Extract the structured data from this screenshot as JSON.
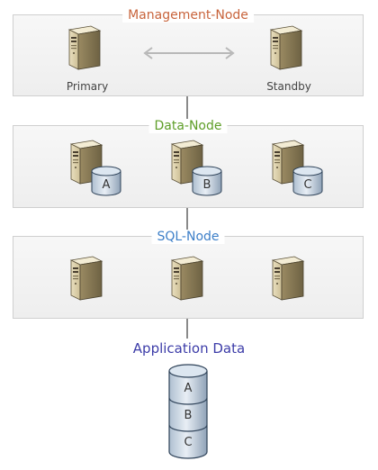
{
  "colors": {
    "management": "#c8643c",
    "data": "#5e9e28",
    "sql": "#3d7fc8",
    "application": "#3c3ca8"
  },
  "management": {
    "title": "Management-Node",
    "primary_label": "Primary",
    "standby_label": "Standby"
  },
  "data_node": {
    "title": "Data-Node",
    "disks": [
      "A",
      "B",
      "C"
    ]
  },
  "sql_node": {
    "title": "SQL-Node"
  },
  "application": {
    "title": "Application Data",
    "segments": [
      "A",
      "B",
      "C"
    ]
  }
}
